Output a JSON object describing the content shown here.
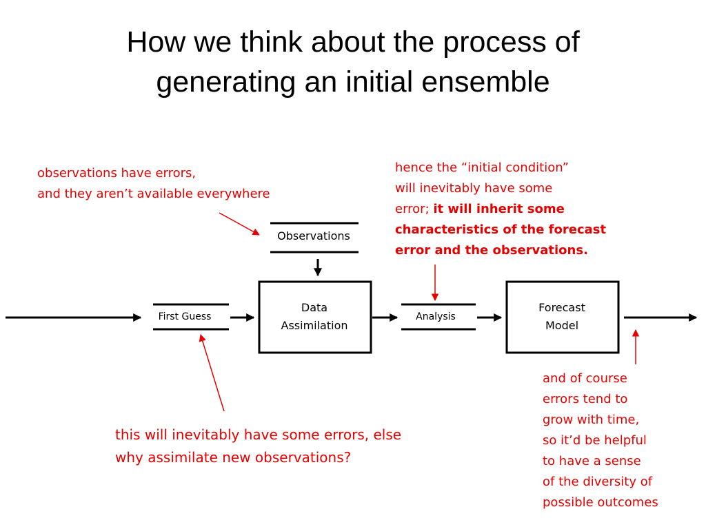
{
  "title": {
    "line1": "How we think about the process of",
    "line2": "generating an initial ensemble"
  },
  "colors": {
    "annotation": "#e60000",
    "diagram": "#000000"
  },
  "nodes": {
    "observations": "Observations",
    "first_guess": "First Guess",
    "data_assimilation": [
      "Data",
      "Assimilation"
    ],
    "analysis": "Analysis",
    "forecast_model": [
      "Forecast",
      "Model"
    ]
  },
  "annotations": {
    "observations_errors": [
      "observations have errors,",
      "and they aren’t available everywhere"
    ],
    "initial_condition": {
      "line1": "hence the “initial condition”",
      "line2": "will inevitably have some",
      "line3_plain": "error; ",
      "line3_bold": "it will inherit some",
      "line4": "characteristics of the forecast",
      "line5": "error and the observations."
    },
    "first_guess_errors": [
      "this will inevitably have some errors, else",
      "why assimilate new observations?"
    ],
    "errors_grow": [
      "and of course",
      "errors tend to",
      "grow with time,",
      "so it’d be helpful",
      "to have a sense",
      "of the diversity of",
      "possible outcomes"
    ]
  }
}
